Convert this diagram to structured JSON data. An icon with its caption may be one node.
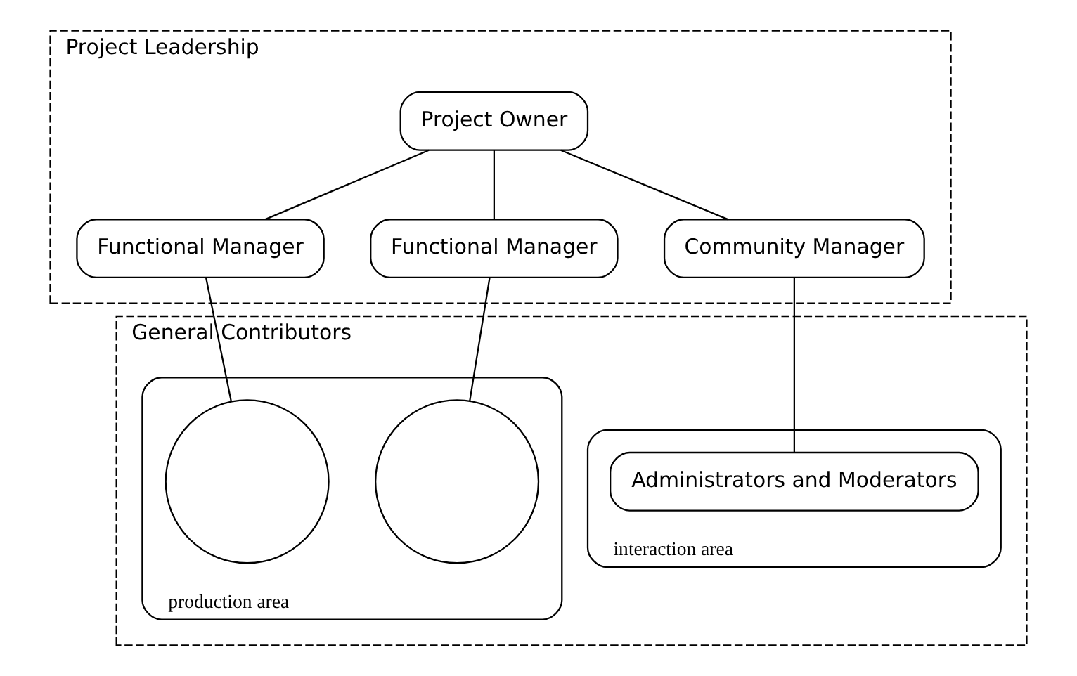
{
  "diagram": {
    "nodes": [
      {
        "text": [
          "Project Leadership"
        ]
      },
      {
        "text": [
          "Project Owner"
        ],
        "in": 0
      },
      {
        "text": [
          "Functional Manager"
        ],
        "in": 0
      },
      {
        "text": [
          "Functional Manager"
        ],
        "in": 0
      },
      {
        "text": [
          "Community Manager"
        ],
        "in": 0
      },
      {
        "text": [
          "General Contributors"
        ]
      },
      {
        "text": [
          "production area"
        ],
        "in": 5
      },
      {
        "text": [],
        "shape": "circle",
        "in": 6
      },
      {
        "text": [],
        "shape": "circle",
        "in": 6
      },
      {
        "text": [
          "interaction area"
        ],
        "in": 5
      },
      {
        "text": [
          "Administrators and Moderators"
        ],
        "in": 9
      }
    ],
    "edges": [
      {
        "from": 1,
        "to": 2,
        "arrow": "none"
      },
      {
        "from": 1,
        "to": 3,
        "arrow": "none"
      },
      {
        "from": 1,
        "to": 4,
        "arrow": "none"
      },
      {
        "from": 2,
        "to": 7,
        "arrow": "none"
      },
      {
        "from": 3,
        "to": 8,
        "arrow": "none"
      },
      {
        "from": 4,
        "to": 10,
        "arrow": "none"
      }
    ]
  }
}
